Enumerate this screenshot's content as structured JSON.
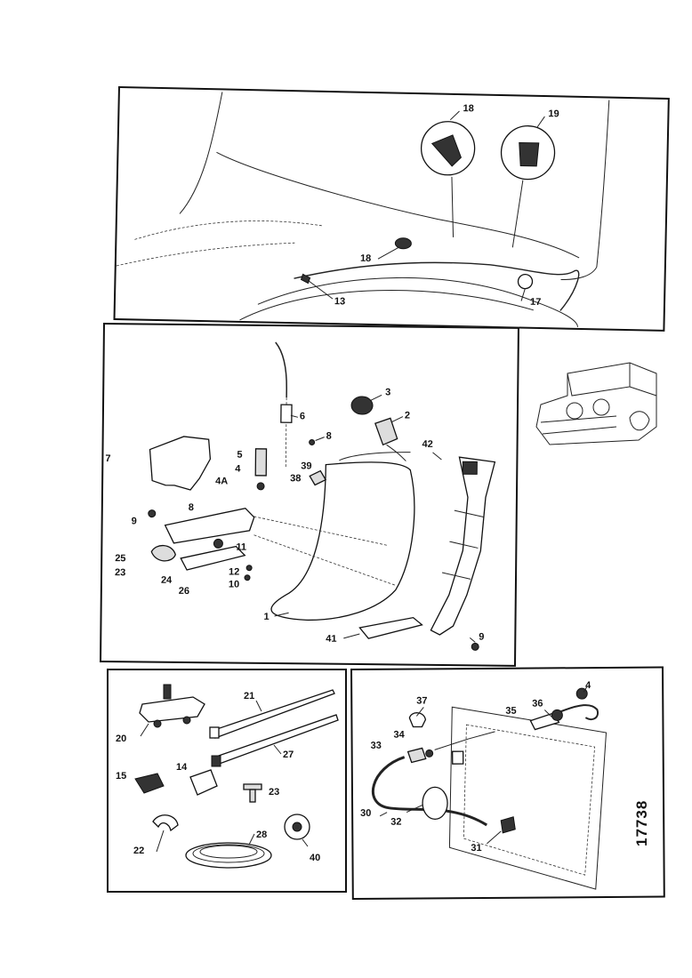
{
  "figure_number": "17738",
  "panels": {
    "top": {
      "callouts": [
        {
          "id": "c18a",
          "text": "18"
        },
        {
          "id": "c19",
          "text": "19"
        },
        {
          "id": "c18b",
          "text": "18"
        },
        {
          "id": "c17",
          "text": "17"
        },
        {
          "id": "c13",
          "text": "13"
        }
      ]
    },
    "middle": {
      "callouts": [
        {
          "id": "c3",
          "text": "3"
        },
        {
          "id": "c2",
          "text": "2"
        },
        {
          "id": "c6",
          "text": "6"
        },
        {
          "id": "c8a",
          "text": "8"
        },
        {
          "id": "c42",
          "text": "42"
        },
        {
          "id": "c7",
          "text": "7"
        },
        {
          "id": "c5",
          "text": "5"
        },
        {
          "id": "c4",
          "text": "4"
        },
        {
          "id": "c39",
          "text": "39"
        },
        {
          "id": "c38",
          "text": "38"
        },
        {
          "id": "c4A",
          "text": "4A"
        },
        {
          "id": "c8b",
          "text": "8"
        },
        {
          "id": "c9a",
          "text": "9"
        },
        {
          "id": "c25",
          "text": "25"
        },
        {
          "id": "c11",
          "text": "11"
        },
        {
          "id": "c23",
          "text": "23"
        },
        {
          "id": "c12",
          "text": "12"
        },
        {
          "id": "c24",
          "text": "24"
        },
        {
          "id": "c10",
          "text": "10"
        },
        {
          "id": "c26",
          "text": "26"
        },
        {
          "id": "c1",
          "text": "1"
        },
        {
          "id": "c41",
          "text": "41"
        },
        {
          "id": "c9b",
          "text": "9"
        }
      ]
    },
    "bottom_left": {
      "callouts": [
        {
          "id": "c21",
          "text": "21"
        },
        {
          "id": "c20",
          "text": "20"
        },
        {
          "id": "c27",
          "text": "27"
        },
        {
          "id": "c15",
          "text": "15"
        },
        {
          "id": "c14",
          "text": "14"
        },
        {
          "id": "c23b",
          "text": "23"
        },
        {
          "id": "c28",
          "text": "28"
        },
        {
          "id": "c22",
          "text": "22"
        },
        {
          "id": "c40",
          "text": "40"
        }
      ]
    },
    "bottom_right": {
      "callouts": [
        {
          "id": "c4b",
          "text": "4"
        },
        {
          "id": "c37",
          "text": "37"
        },
        {
          "id": "c36",
          "text": "36"
        },
        {
          "id": "c35",
          "text": "35"
        },
        {
          "id": "c34",
          "text": "34"
        },
        {
          "id": "c33",
          "text": "33"
        },
        {
          "id": "c30",
          "text": "30"
        },
        {
          "id": "c32",
          "text": "32"
        },
        {
          "id": "c31",
          "text": "31"
        }
      ]
    }
  }
}
